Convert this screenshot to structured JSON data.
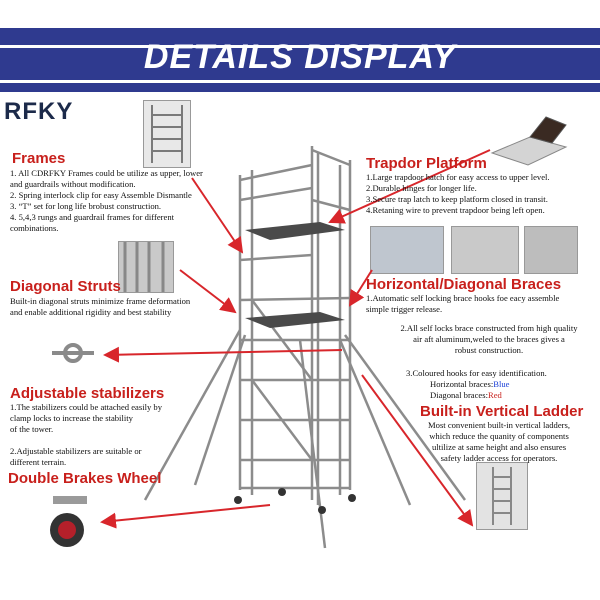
{
  "banner": {
    "title": "DETAILS DISPLAY"
  },
  "brand": {
    "logo_text": "RFKY"
  },
  "sections": {
    "frames": {
      "title": "Frames",
      "lines": [
        "1.  All CDRFKY Frames could be utilize as upper, lower",
        "     and guardrails without modification.",
        "2.  Spring interlock clip for easy Assemble Dismantle",
        "3.   “T”  set for long life brobust construction.",
        "4.  5,4,3 rungs and guardrail frames for different",
        "     combinations."
      ]
    },
    "diagonal_struts": {
      "title": "Diagonal Struts",
      "lines": [
        "Built-in diagonal struts minimize frame deformation",
        "and enable additional rigidity and best stability"
      ]
    },
    "adjustable_stabilizers": {
      "title": "Adjustable stabilizers",
      "lines": [
        "1.The stabilizers could be attached easily by",
        "    clamp locks to increase the stability",
        "    of the tower.",
        "",
        "2.Adjustable stabilizers are suitable or",
        "    different terrain."
      ]
    },
    "double_brakes_wheel": {
      "title": "Double Brakes Wheel"
    },
    "trapdor_platform": {
      "title": "Trapdor Platform",
      "lines": [
        "1.Large trapdoor hatch for easy access to upper level.",
        "2.Durable hinges for longer life.",
        "3.Secure trap latch to keep platform closed in transit.",
        "4.Retaning wire to prevent trapdoor being left open."
      ]
    },
    "braces": {
      "title": "Horizontal/Diagonal Braces",
      "lines1": [
        "1.Automatic self locking brace hooks foe eacy assemble",
        "   simple trigger release."
      ],
      "lines2": [
        "2.All self locks brace constructed from high quality",
        "air aft aluminum,weled to the braces gives a",
        "robust construction."
      ],
      "hooks_intro": "3.Coloured hooks for easy identification.",
      "horizontal_label": "Horizontal braces:",
      "horizontal_value": "Blue",
      "diagonal_label": "Diagonal braces:",
      "diagonal_value": "Red"
    },
    "vertical_ladder": {
      "title": "Built-in Vertical Ladder",
      "lines": [
        "Most convenient built-in vertical ladders,",
        "which reduce the quanity of components",
        "ultilize at same height and also ensures",
        "safety ladder access for operators."
      ]
    }
  },
  "colors": {
    "banner": "#2f3a8f",
    "heading": "#c8201c",
    "horizontal_brace": "#1a3fd6",
    "diagonal_brace": "#c8201c"
  }
}
